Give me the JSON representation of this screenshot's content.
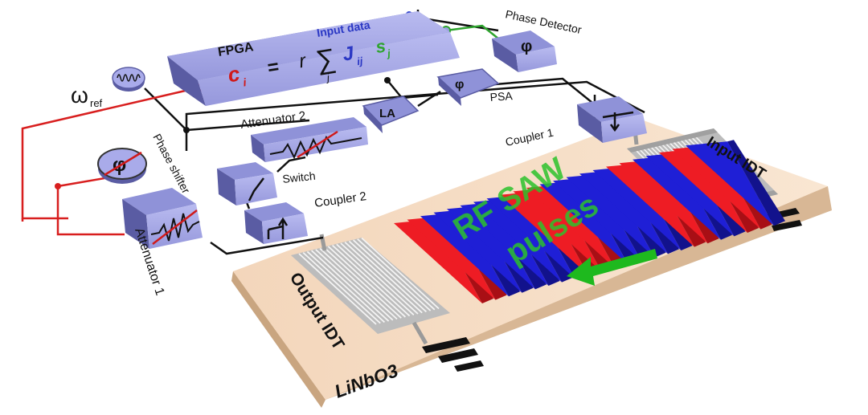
{
  "labels": {
    "fpga": "FPGA",
    "input_data": "Input data",
    "eq_c": "c",
    "eq_c_sub": "i",
    "eq_equals": "=",
    "eq_r": "r",
    "eq_sum": "∑",
    "eq_sum_sub": "j",
    "eq_J": "J",
    "eq_J_sub": "ij",
    "eq_s": "s",
    "eq_s_sub": "j",
    "phase_detector": "Phase Detector",
    "phase_symbol": "φ",
    "psa": "PSA",
    "la": "LA",
    "omega": "ω",
    "omega_sub": "ref",
    "coupler1": "Coupler 1",
    "coupler2": "Coupler 2",
    "switch": "Switch",
    "attenuator1": "Attenuator 1",
    "attenuator2": "Attenuator 2",
    "phase_shifter": "Phase shifter",
    "input_idt": "Input IDT",
    "output_idt": "Output IDT",
    "substrate": "LiNbO3",
    "saw_line1": "RF SAW",
    "saw_line2": "pulses"
  },
  "colors": {
    "box_fill": "#a7a9e6",
    "box_shade": "#6264a8",
    "substrate_top": "#f6dcc3",
    "substrate_side": "#d8b898",
    "idt": "#b8b8b8",
    "wave_red": "#ee1c24",
    "wave_blue": "#1f1fd6",
    "signal_red": "#d81e1e",
    "signal_green": "#2ea42e",
    "saw_text": "#2cc22c"
  },
  "icons": [
    "phase-detector-symbol",
    "oscillator-icon",
    "arrow-icon"
  ]
}
